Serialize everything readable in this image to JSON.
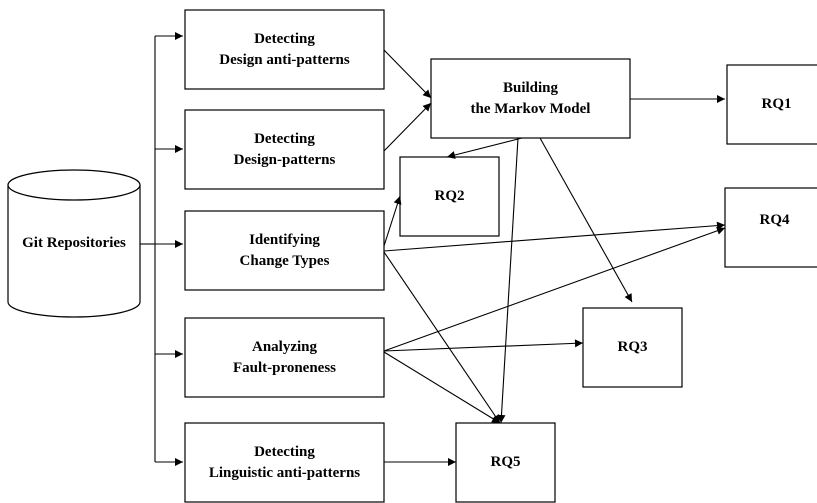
{
  "source": {
    "label": "Git Repositories"
  },
  "steps": [
    {
      "key": "anti",
      "lines": [
        "Detecting",
        "Design anti-patterns"
      ]
    },
    {
      "key": "dp",
      "lines": [
        "Detecting",
        "Design-patterns"
      ]
    },
    {
      "key": "change",
      "lines": [
        "Identifying",
        "Change Types"
      ]
    },
    {
      "key": "fault",
      "lines": [
        "Analyzing",
        "Fault-proneness"
      ]
    },
    {
      "key": "ling",
      "lines": [
        "Detecting",
        "Linguistic anti-patterns"
      ]
    }
  ],
  "markov": {
    "lines": [
      "Building",
      "the Markov Model"
    ]
  },
  "rqs": [
    {
      "key": "rq1",
      "label": "RQ1"
    },
    {
      "key": "rq2",
      "label": "RQ2"
    },
    {
      "key": "rq3",
      "label": "RQ3"
    },
    {
      "key": "rq4",
      "label": "RQ4"
    },
    {
      "key": "rq5",
      "label": "RQ5"
    }
  ],
  "edges": [
    {
      "from": "source",
      "to": "anti"
    },
    {
      "from": "source",
      "to": "dp"
    },
    {
      "from": "source",
      "to": "change"
    },
    {
      "from": "source",
      "to": "fault"
    },
    {
      "from": "source",
      "to": "ling"
    },
    {
      "from": "anti",
      "to": "markov"
    },
    {
      "from": "dp",
      "to": "markov"
    },
    {
      "from": "markov",
      "to": "rq1"
    },
    {
      "from": "markov",
      "to": "rq2"
    },
    {
      "from": "markov",
      "to": "rq3"
    },
    {
      "from": "markov",
      "to": "rq5"
    },
    {
      "from": "change",
      "to": "rq2"
    },
    {
      "from": "change",
      "to": "rq4"
    },
    {
      "from": "change",
      "to": "rq5"
    },
    {
      "from": "fault",
      "to": "rq4"
    },
    {
      "from": "fault",
      "to": "rq3"
    },
    {
      "from": "fault",
      "to": "rq5"
    },
    {
      "from": "ling",
      "to": "rq5"
    }
  ]
}
